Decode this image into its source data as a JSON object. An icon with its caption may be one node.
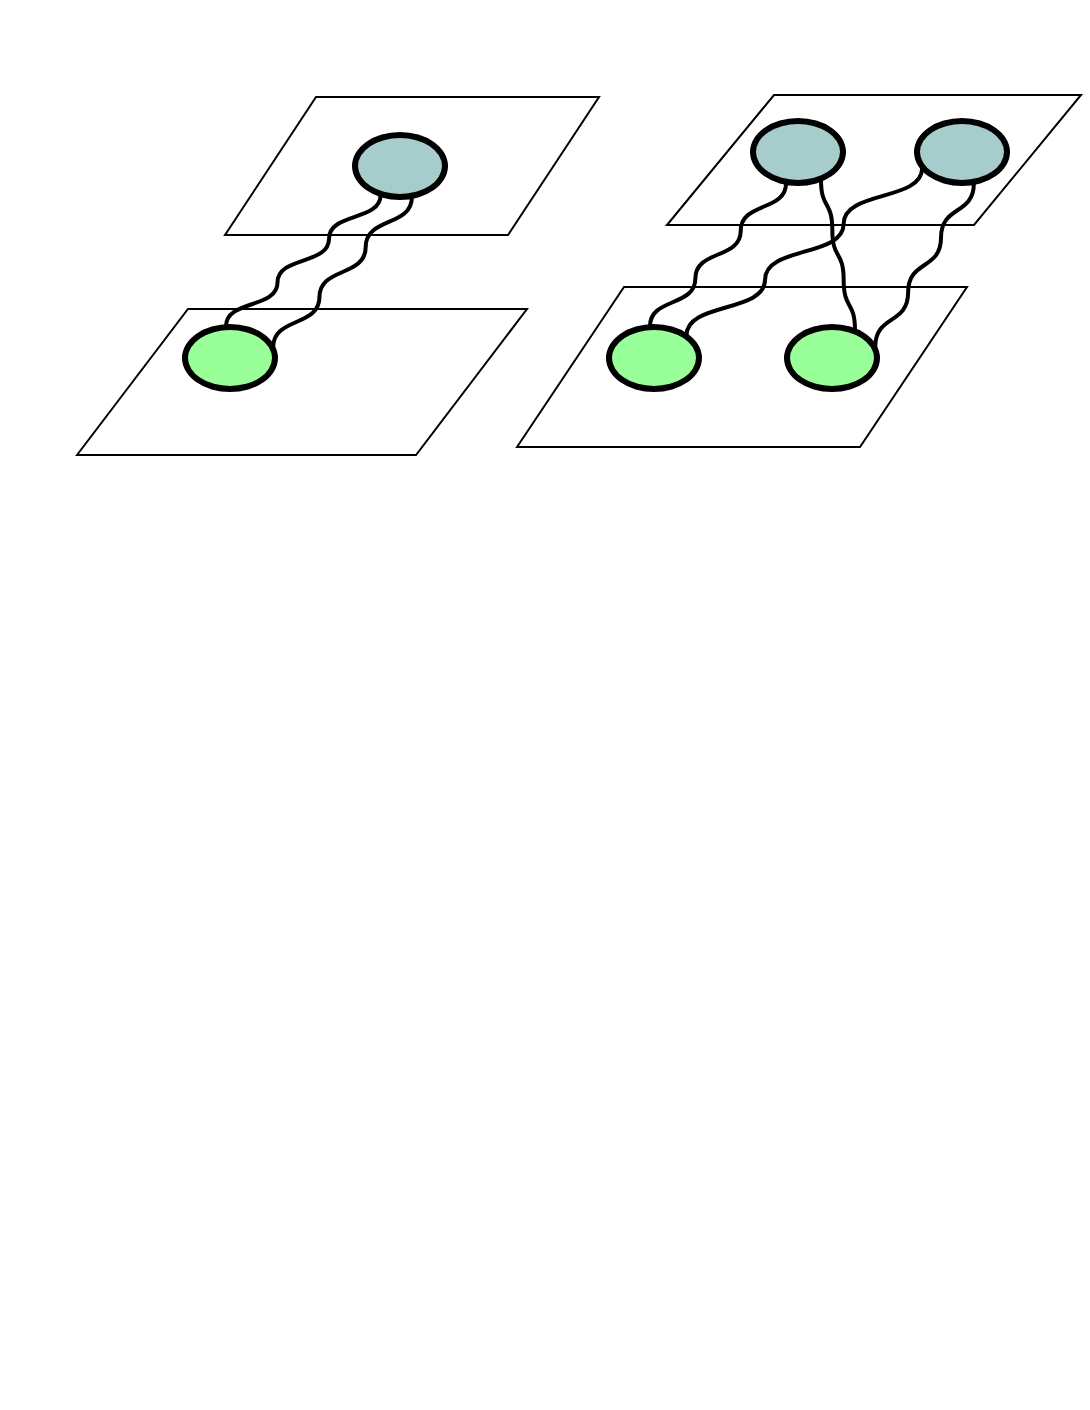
{
  "diagram": {
    "nodes": [
      {
        "text": [],
        "shape": "parallelogram"
      },
      {
        "text": [],
        "shape": "ellipse",
        "in": 0
      },
      {
        "text": [],
        "shape": "parallelogram"
      },
      {
        "text": [],
        "shape": "ellipse",
        "in": 2
      },
      {
        "text": [],
        "shape": "parallelogram"
      },
      {
        "text": [],
        "shape": "ellipse",
        "in": 4
      },
      {
        "text": [],
        "shape": "ellipse",
        "in": 4
      },
      {
        "text": [],
        "shape": "parallelogram"
      },
      {
        "text": [],
        "shape": "ellipse",
        "in": 7
      },
      {
        "text": [],
        "shape": "ellipse",
        "in": 7
      }
    ],
    "edges": [
      {
        "from": 1,
        "to": 3,
        "arrow": "none"
      },
      {
        "from": 1,
        "to": 3,
        "arrow": "none"
      },
      {
        "from": 5,
        "to": 8,
        "arrow": "none"
      },
      {
        "from": 5,
        "to": 9,
        "arrow": "none"
      },
      {
        "from": 6,
        "to": 8,
        "arrow": "none"
      },
      {
        "from": 6,
        "to": 9,
        "arrow": "none"
      }
    ]
  }
}
